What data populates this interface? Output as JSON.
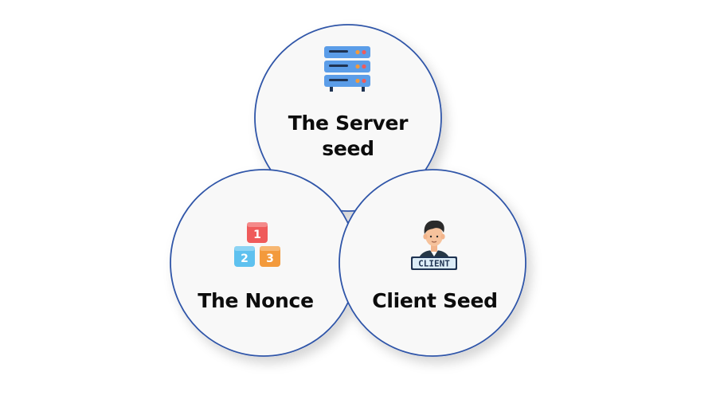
{
  "diagram": {
    "nodes": [
      {
        "id": "server",
        "title_line1": "The Server",
        "title_line2": "seed",
        "icon": "server-rack-icon"
      },
      {
        "id": "nonce",
        "title": "The Nonce",
        "icon": "number-blocks-icon",
        "blocks": [
          "1",
          "2",
          "3"
        ]
      },
      {
        "id": "client",
        "title": "Client Seed",
        "icon": "client-person-icon",
        "badge": "CLIENT"
      }
    ],
    "colors": {
      "circle_fill": "#f8f8f8",
      "circle_stroke": "#2f55a8",
      "server_blue": "#5b9de8",
      "block_red": "#ef5b5b",
      "block_blue": "#5ec1ef",
      "block_orange": "#f39a3c",
      "badge_navy": "#1f3352"
    }
  }
}
